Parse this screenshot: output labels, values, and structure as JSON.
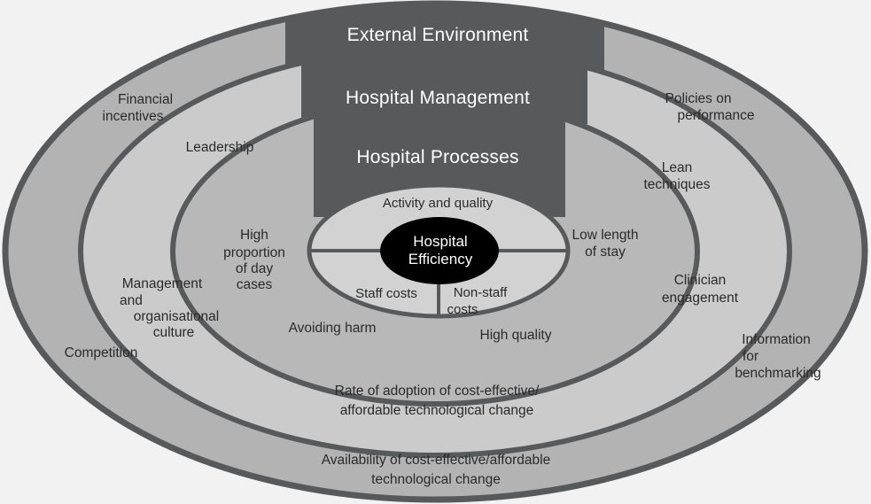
{
  "diagram": {
    "title": "Hospital Efficiency concentric model",
    "colors": {
      "background": "#f2f2f2",
      "outer_ring_fill": "#b3b3b3",
      "middle_ring_fill": "#cbcbcb",
      "inner_ring_fill": "#b8b8b8",
      "core_ring_fill": "#d2d2d2",
      "stroke": "#58595b",
      "banner_fill": "#58595b",
      "banner_text": "#ffffff",
      "core_fill": "#000000",
      "core_text": "#ffffff",
      "label_text": "#2a2a2a"
    },
    "banners": [
      {
        "id": "external-environment",
        "label": "External Environment"
      },
      {
        "id": "hospital-management",
        "label": "Hospital Management"
      },
      {
        "id": "hospital-processes",
        "label": "Hospital Processes"
      }
    ],
    "core": {
      "line1": "Hospital",
      "line2": "Efficiency"
    },
    "core_ring_labels": [
      {
        "id": "activity-and-quality",
        "text": "Activity and quality"
      },
      {
        "id": "staff-costs",
        "text": "Staff costs"
      },
      {
        "id": "non-staff-costs-line1",
        "text": "Non-staff"
      },
      {
        "id": "non-staff-costs-line2",
        "text": "costs"
      }
    ],
    "inner_ring_labels": [
      {
        "id": "high-proportion-of-day-cases",
        "lines": [
          "High",
          "proportion",
          "of day",
          "cases"
        ]
      },
      {
        "id": "low-length-of-stay",
        "lines": [
          "Low length",
          "of stay"
        ]
      },
      {
        "id": "avoiding-harm",
        "lines": [
          "Avoiding harm"
        ]
      },
      {
        "id": "high-quality",
        "lines": [
          "High quality"
        ]
      }
    ],
    "middle_ring_labels": [
      {
        "id": "leadership",
        "lines": [
          "Leadership"
        ]
      },
      {
        "id": "management-and-organisational-culture",
        "lines": [
          "Management",
          "and",
          "organisational",
          "culture"
        ]
      },
      {
        "id": "lean-techniques",
        "lines": [
          "Lean",
          "techniques"
        ]
      },
      {
        "id": "clinician-engagement",
        "lines": [
          "Clinician",
          "engagement"
        ]
      },
      {
        "id": "rate-of-adoption",
        "lines": [
          "Rate of adoption of cost-effective/",
          "affordable technological change"
        ]
      }
    ],
    "outer_ring_labels": [
      {
        "id": "financial-incentives",
        "lines": [
          "Financial",
          "incentives"
        ]
      },
      {
        "id": "competition",
        "lines": [
          "Competition"
        ]
      },
      {
        "id": "policies-on-performance",
        "lines": [
          "Policies on",
          "performance"
        ]
      },
      {
        "id": "information-for-benchmarking",
        "lines": [
          "Information",
          "for",
          "benchmarking"
        ]
      },
      {
        "id": "availability-of-cost-effective",
        "lines": [
          "Availability of cost-effective/affordable",
          "technological change"
        ]
      }
    ]
  }
}
